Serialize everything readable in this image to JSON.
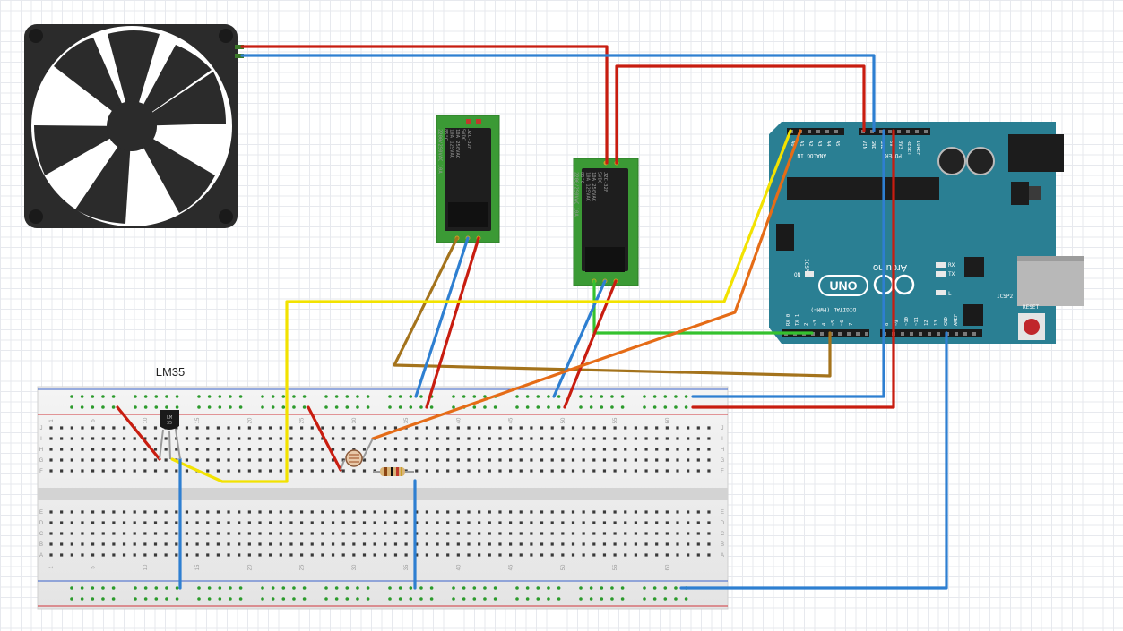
{
  "sensor": {
    "label": "LM35",
    "body_text": "LM\n35"
  },
  "breadboard": {
    "column_numbers": [
      "1",
      "5",
      "10",
      "15",
      "20",
      "25",
      "30",
      "35",
      "40",
      "45",
      "50",
      "55",
      "60"
    ],
    "row_letters_top": [
      "J",
      "I",
      "H",
      "G",
      "F"
    ],
    "row_letters_bottom": [
      "E",
      "D",
      "C",
      "B",
      "A"
    ]
  },
  "relays": [
    {
      "text": [
        "JZC-32F",
        "5VDC",
        "10A 250VAC",
        "10A 125VAC",
        "85°C",
        "2200/250VAC 10A"
      ]
    },
    {
      "text": [
        "JZC-32F",
        "5VDC",
        "10A 250VAC",
        "10A 125VAC",
        "85°C",
        "2200/250VAC 10A"
      ]
    }
  ],
  "arduino": {
    "brand": "Arduino",
    "model": "UNO",
    "on_label": "ON",
    "tx_label": "TX",
    "rx_label": "RX",
    "l_label": "L",
    "icsp_label": "ICSP",
    "icsp2_label": "ICSP2",
    "reset_label": "RESET",
    "analog_label": "ANALOG IN",
    "power_label": "POWER",
    "digital_label": "DIGITAL (PWM~)",
    "analog_pins": [
      "A5",
      "A4",
      "A3",
      "A2",
      "A1",
      "A0"
    ],
    "power_pins": [
      "VIN",
      "GND",
      "GND",
      "5V",
      "3V3",
      "RESET",
      "IOREF"
    ],
    "digital_pins": [
      "RX 0",
      "TX 1",
      "2",
      "~3",
      "4",
      "~5",
      "~6",
      "7",
      "8",
      "~9",
      "~10",
      "~11",
      "12",
      "13",
      "GND",
      "AREF"
    ]
  },
  "colors": {
    "wire_red": "#c81d10",
    "wire_blue": "#2e7fd1",
    "wire_yellow": "#f2e200",
    "wire_orange": "#e56c17",
    "wire_brown": "#a4731c",
    "wire_green": "#35c22f",
    "board_teal": "#2a7f93",
    "relay_pcb": "#3b9a35",
    "relay_body": "#1e1e1e",
    "fan_body": "#2b2b2b"
  }
}
